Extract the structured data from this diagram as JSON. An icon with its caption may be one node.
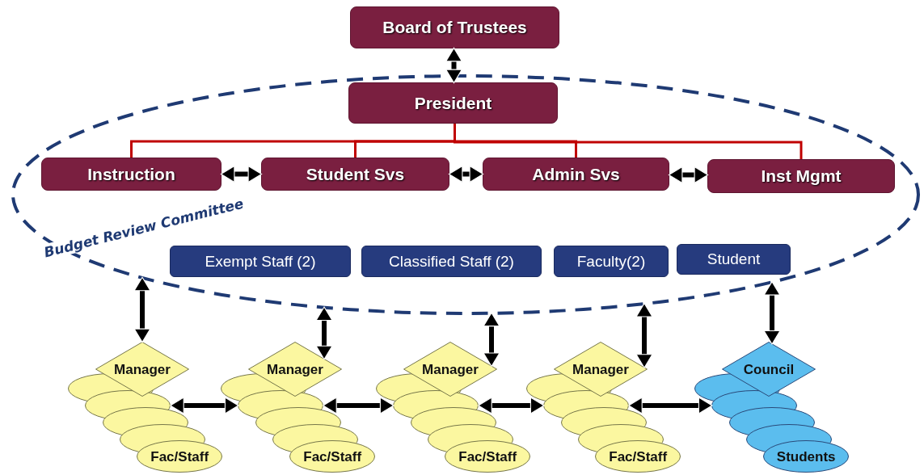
{
  "diagram": {
    "nodes": [
      {
        "text": [
          "Board of Trustees"
        ]
      },
      {
        "text": [
          "Budget Review Committee"
        ]
      },
      {
        "text": [
          "President"
        ],
        "in": 1
      },
      {
        "text": [
          "Instruction"
        ],
        "in": 1
      },
      {
        "text": [
          "Student Svs"
        ],
        "in": 1
      },
      {
        "text": [
          "Admin Svs"
        ],
        "in": 1
      },
      {
        "text": [
          "Inst Mgmt"
        ],
        "in": 1
      },
      {
        "text": [
          "Exempt Staff (2)"
        ],
        "in": 1
      },
      {
        "text": [
          "Classified Staff (2)"
        ],
        "in": 1
      },
      {
        "text": [
          "Faculty(2)"
        ],
        "in": 1
      },
      {
        "text": [
          "Student"
        ],
        "in": 1
      },
      {
        "text": [
          "Manager"
        ]
      },
      {
        "text": [],
        "shape": "ellipse"
      },
      {
        "text": [],
        "shape": "ellipse"
      },
      {
        "text": [],
        "shape": "ellipse"
      },
      {
        "text": [],
        "shape": "ellipse"
      },
      {
        "text": [
          "Fac/Staff"
        ]
      },
      {
        "text": [
          "Manager"
        ]
      },
      {
        "text": [],
        "shape": "ellipse"
      },
      {
        "text": [],
        "shape": "ellipse"
      },
      {
        "text": [],
        "shape": "ellipse"
      },
      {
        "text": [],
        "shape": "ellipse"
      },
      {
        "text": [
          "Fac/Staff"
        ]
      },
      {
        "text": [
          "Manager"
        ]
      },
      {
        "text": [],
        "shape": "ellipse"
      },
      {
        "text": [],
        "shape": "ellipse"
      },
      {
        "text": [],
        "shape": "ellipse"
      },
      {
        "text": [],
        "shape": "ellipse"
      },
      {
        "text": [
          "Fac/Staff"
        ]
      },
      {
        "text": [
          "Manager"
        ]
      },
      {
        "text": [],
        "shape": "ellipse"
      },
      {
        "text": [],
        "shape": "ellipse"
      },
      {
        "text": [],
        "shape": "ellipse"
      },
      {
        "text": [],
        "shape": "ellipse"
      },
      {
        "text": [
          "Fac/Staff"
        ]
      },
      {
        "text": [
          "Council"
        ]
      },
      {
        "text": [],
        "shape": "ellipse"
      },
      {
        "text": [],
        "shape": "ellipse"
      },
      {
        "text": [],
        "shape": "ellipse"
      },
      {
        "text": [],
        "shape": "ellipse"
      },
      {
        "text": [
          "Students"
        ]
      }
    ],
    "edges": [
      {
        "from": 0,
        "to": 2,
        "arrow": "both"
      },
      {
        "from": 2,
        "to": 3,
        "arrow": "none",
        "color": "#c00000"
      },
      {
        "from": 2,
        "to": 4,
        "arrow": "none",
        "color": "#c00000"
      },
      {
        "from": 2,
        "to": 5,
        "arrow": "none",
        "color": "#c00000"
      },
      {
        "from": 2,
        "to": 6,
        "arrow": "none",
        "color": "#c00000"
      },
      {
        "from": 3,
        "to": 4,
        "arrow": "both"
      },
      {
        "from": 4,
        "to": 5,
        "arrow": "both"
      },
      {
        "from": 5,
        "to": 6,
        "arrow": "both"
      },
      {
        "from": 1,
        "to": 11,
        "arrow": "both"
      },
      {
        "from": 1,
        "to": 17,
        "arrow": "both"
      },
      {
        "from": 1,
        "to": 23,
        "arrow": "both"
      },
      {
        "from": 1,
        "to": 29,
        "arrow": "both"
      },
      {
        "from": 1,
        "to": 35,
        "arrow": "both"
      },
      {
        "from": 13,
        "to": 19,
        "arrow": "both"
      },
      {
        "from": 19,
        "to": 25,
        "arrow": "both"
      },
      {
        "from": 25,
        "to": 31,
        "arrow": "both"
      },
      {
        "from": 31,
        "to": 37,
        "arrow": "both"
      }
    ]
  }
}
